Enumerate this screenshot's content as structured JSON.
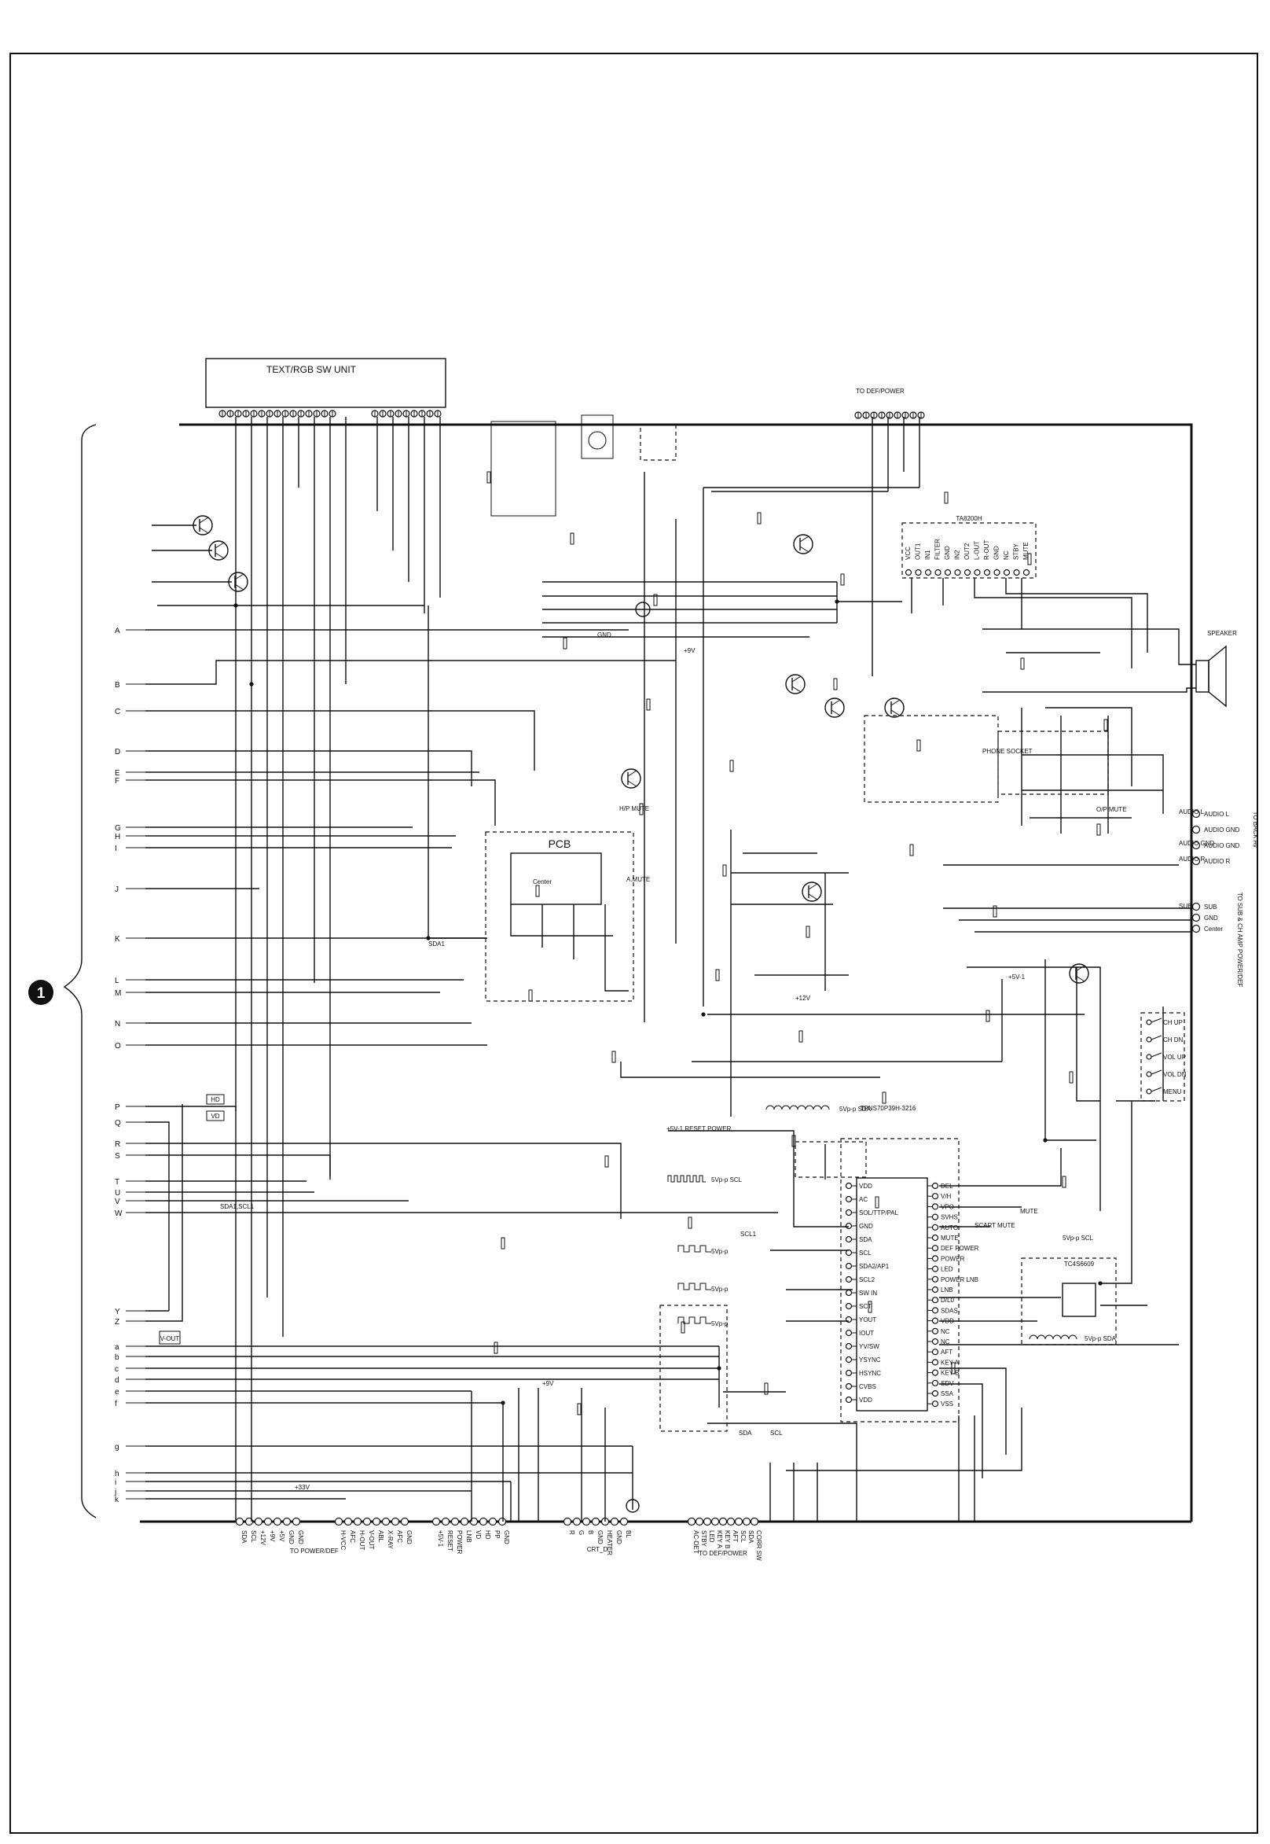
{
  "section_marker": "1",
  "units": {
    "text_rgb": "TEXT/RGB SW UNIT",
    "pcb": "PCB",
    "to_def_power_top": "TO DEF/POWER",
    "ic_top": "TA8200H",
    "ic_main": "TPNS70P39H-3216",
    "ic_right": "TC4S6609",
    "to_power_def": "TO POWER/DEF",
    "crt_d": "CRT_D",
    "to_def_power_bottom": "TO DEF/POWER",
    "speaker": "SPEAKER",
    "to_back_av": "TO BACK AV",
    "to_sub_amp": "TO SUB & CH AMP POWER/DEF",
    "phone_socket": "PHONE SOCKET"
  },
  "signals": {
    "hd": "HD",
    "vd": "VD",
    "vd_out": "V-OUT",
    "sda": "SDA",
    "scl": "SCL",
    "mute": "MUTE",
    "plus12v": "+12V",
    "plus9v": "+9V",
    "plus5v": "+5V-1",
    "plus33v": "+33V",
    "a_mute": "A.MUTE",
    "hp_mute": "H/P MUTE",
    "o_mute": "O/P MUTE",
    "scart_mute": "SCART MUTE",
    "reset_power": "+5V-1  RESET  POWER",
    "sda_scl": "SDA1,SCL1",
    "sda1": "SDA1",
    "scl1": "SCL1",
    "audio_l": "AUDIO L",
    "audio_r": "AUDIO R",
    "audio_gnd": "AUDIO GND",
    "sub": "SUB",
    "center": "Center",
    "gnd": "GND"
  },
  "waveforms": {
    "sda_top": "5Vp-p SDA",
    "scl_top": "5Vp-p SCL",
    "wf1": "5Vp-p",
    "wf2": "5Vp-p",
    "wf3": "5Vp-p",
    "scl_right": "5Vp-p SCL",
    "sda_right": "5Vp-p SDA"
  },
  "row_labels_left": [
    "A",
    "B",
    "C",
    "D",
    "E",
    "F",
    "G",
    "H",
    "I",
    "J",
    "K",
    "L",
    "M",
    "N",
    "O",
    "P",
    "Q",
    "R",
    "S",
    "T",
    "U",
    "V",
    "W",
    "Y",
    "Z",
    "a",
    "b",
    "c",
    "d",
    "e",
    "f",
    "g",
    "h",
    "i",
    "j",
    "k"
  ],
  "main_ic_pins_left": [
    "VDD",
    "AC",
    "SOL/TTP/PAL",
    "GND",
    "SDA",
    "SCL",
    "SDA2/AP1",
    "SCL2",
    "SW IN",
    "SCT",
    "YOUT",
    "IOUT",
    "YV/SW",
    "YSYNC",
    "HSYNC",
    "CVBS",
    "VDD"
  ],
  "main_ic_pins_right": [
    "DEL",
    "V/H",
    "VPO",
    "SVHS",
    "AUTO",
    "MUTE",
    "DEF POWER",
    "POWER",
    "LED",
    "POWER LNB",
    "LNB",
    "D/L0",
    "SDAS",
    "VDD",
    "NC",
    "NC",
    "AFT",
    "KEY A",
    "KEY B",
    "SDV",
    "SSA",
    "VSS"
  ],
  "ic_top_pins": [
    "VCC",
    "OUT1",
    "IN1",
    "FILTER",
    "GND",
    "IN2",
    "OUT2",
    "L-OUT",
    "R-OUT",
    "GND",
    "NC",
    "STBY",
    "MUTE"
  ],
  "connectors_bottom_left": [
    "SDA",
    "SCL",
    "+12V",
    "+9V",
    "+5V",
    "GND",
    "GND"
  ],
  "connectors_bottom_mid": [
    "H-VCC",
    "AFC",
    "H-OUT",
    "V-OUT",
    "ABL",
    "X-RAY",
    "AFC",
    "GND"
  ],
  "connectors_bottom_mid2": [
    "+5V-1",
    "RESET",
    "POWER",
    "LNB",
    "VD",
    "HD",
    "PP",
    "GND"
  ],
  "connectors_crt": [
    "R",
    "G",
    "B",
    "GND",
    "HEATER",
    "GND",
    "BL"
  ],
  "connectors_bottom_right": [
    "AC-DET",
    "STBY",
    "LED",
    "KEY A",
    "KEY B",
    "AFT",
    "SCL",
    "SDA",
    "CORR SW"
  ],
  "back_av_pins": [
    "AUDIO L",
    "AUDIO GND",
    "AUDIO GND",
    "AUDIO R"
  ],
  "sub_pins": [
    "SUB",
    "GND",
    "Center"
  ],
  "keys": [
    "CH UP",
    "CH DN",
    "VOL UP",
    "VOL DN",
    "MENU"
  ]
}
